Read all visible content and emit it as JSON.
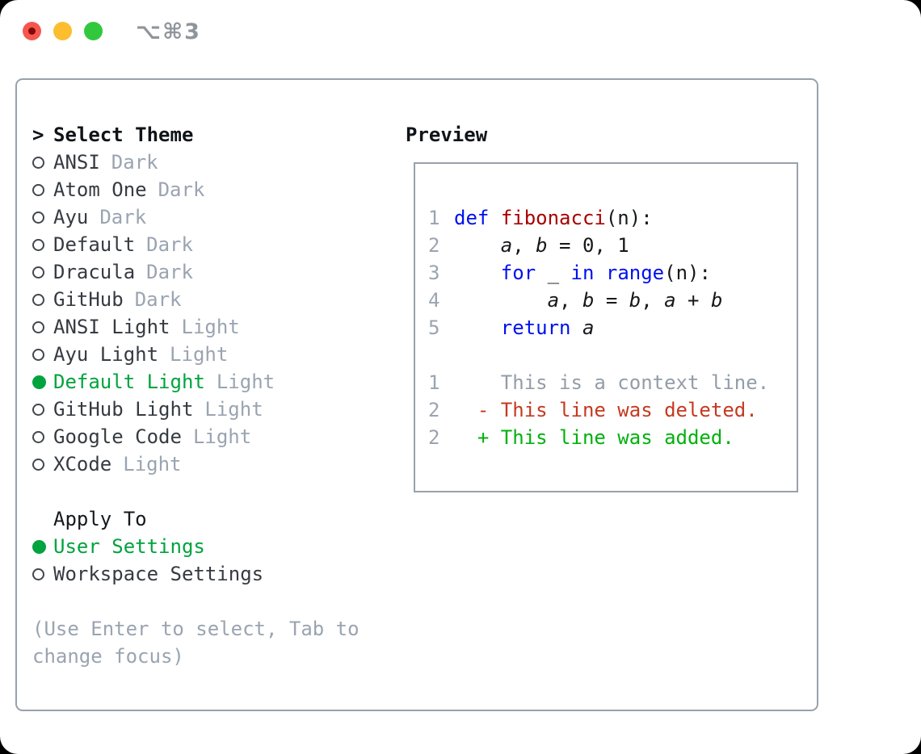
{
  "titlebar": {
    "title": "⌥⌘3"
  },
  "colors": {
    "accent_green": "#00a33e",
    "kw": "#0010ee",
    "fn": "#a80000",
    "del": "#c5391f",
    "add": "#00b10c",
    "ctx": "#939da8",
    "muted": "#9aa4b1",
    "text": "#363b42",
    "header": "#101418",
    "border": "#99a1ac",
    "tl_red": "#f6564f",
    "tl_yellow": "#fcbd2f",
    "tl_green": "#31c83e"
  },
  "theme_panel": {
    "prompt_marker": ">",
    "header": "Select Theme",
    "items": [
      {
        "name": "ANSI",
        "variant": "Dark",
        "state": ""
      },
      {
        "name": "Atom One",
        "variant": "Dark",
        "state": ""
      },
      {
        "name": "Ayu",
        "variant": "Dark",
        "state": ""
      },
      {
        "name": "Default",
        "variant": "Dark",
        "state": ""
      },
      {
        "name": "Dracula",
        "variant": "Dark",
        "state": ""
      },
      {
        "name": "GitHub",
        "variant": "Dark",
        "state": ""
      },
      {
        "name": "ANSI Light",
        "variant": "Light",
        "state": ""
      },
      {
        "name": "Ayu Light",
        "variant": "Light",
        "state": ""
      },
      {
        "name": "Default Light",
        "variant": "Light",
        "state": "selected"
      },
      {
        "name": "GitHub Light",
        "variant": "Light",
        "state": ""
      },
      {
        "name": "Google Code",
        "variant": "Light",
        "state": ""
      },
      {
        "name": "XCode",
        "variant": "Light",
        "state": ""
      }
    ]
  },
  "apply_to": {
    "header": "Apply To",
    "options": [
      {
        "label": "User Settings",
        "state": "selected"
      },
      {
        "label": "Workspace Settings",
        "state": ""
      }
    ]
  },
  "hint": {
    "line1": "(Use Enter to select, Tab to",
    "line2": "change focus)"
  },
  "preview": {
    "header": "Preview",
    "code_lines": [
      {
        "num": "1",
        "segments": [
          {
            "t": "def",
            "k": "kw"
          },
          {
            "t": " ",
            "k": "plain"
          },
          {
            "t": "fibonacci",
            "k": "fn"
          },
          {
            "t": "(n):",
            "k": "plain"
          }
        ]
      },
      {
        "num": "2",
        "segments": [
          {
            "t": "    ",
            "k": "plain"
          },
          {
            "t": "a",
            "k": "var"
          },
          {
            "t": ", ",
            "k": "plain"
          },
          {
            "t": "b",
            "k": "var"
          },
          {
            "t": " = 0, 1",
            "k": "plain"
          }
        ]
      },
      {
        "num": "3",
        "segments": [
          {
            "t": "    ",
            "k": "plain"
          },
          {
            "t": "for",
            "k": "kw"
          },
          {
            "t": " _ ",
            "k": "plain"
          },
          {
            "t": "in",
            "k": "kw"
          },
          {
            "t": " ",
            "k": "plain"
          },
          {
            "t": "range",
            "k": "kw"
          },
          {
            "t": "(n):",
            "k": "plain"
          }
        ]
      },
      {
        "num": "4",
        "segments": [
          {
            "t": "        ",
            "k": "plain"
          },
          {
            "t": "a",
            "k": "var"
          },
          {
            "t": ", ",
            "k": "plain"
          },
          {
            "t": "b",
            "k": "var"
          },
          {
            "t": " = ",
            "k": "plain"
          },
          {
            "t": "b",
            "k": "var"
          },
          {
            "t": ", ",
            "k": "plain"
          },
          {
            "t": "a",
            "k": "var"
          },
          {
            "t": " + ",
            "k": "plain"
          },
          {
            "t": "b",
            "k": "var"
          }
        ]
      },
      {
        "num": "5",
        "segments": [
          {
            "t": "    ",
            "k": "plain"
          },
          {
            "t": "return",
            "k": "kw"
          },
          {
            "t": " ",
            "k": "plain"
          },
          {
            "t": "a",
            "k": "var"
          }
        ]
      }
    ],
    "diff_lines": [
      {
        "num": "1",
        "segments": [
          {
            "t": "    This is a context line.",
            "k": "ctx"
          }
        ]
      },
      {
        "num": "2",
        "segments": [
          {
            "t": "  - This line was deleted.",
            "k": "del"
          }
        ]
      },
      {
        "num": "2",
        "segments": [
          {
            "t": "  + This line was added.",
            "k": "add"
          }
        ]
      }
    ]
  }
}
